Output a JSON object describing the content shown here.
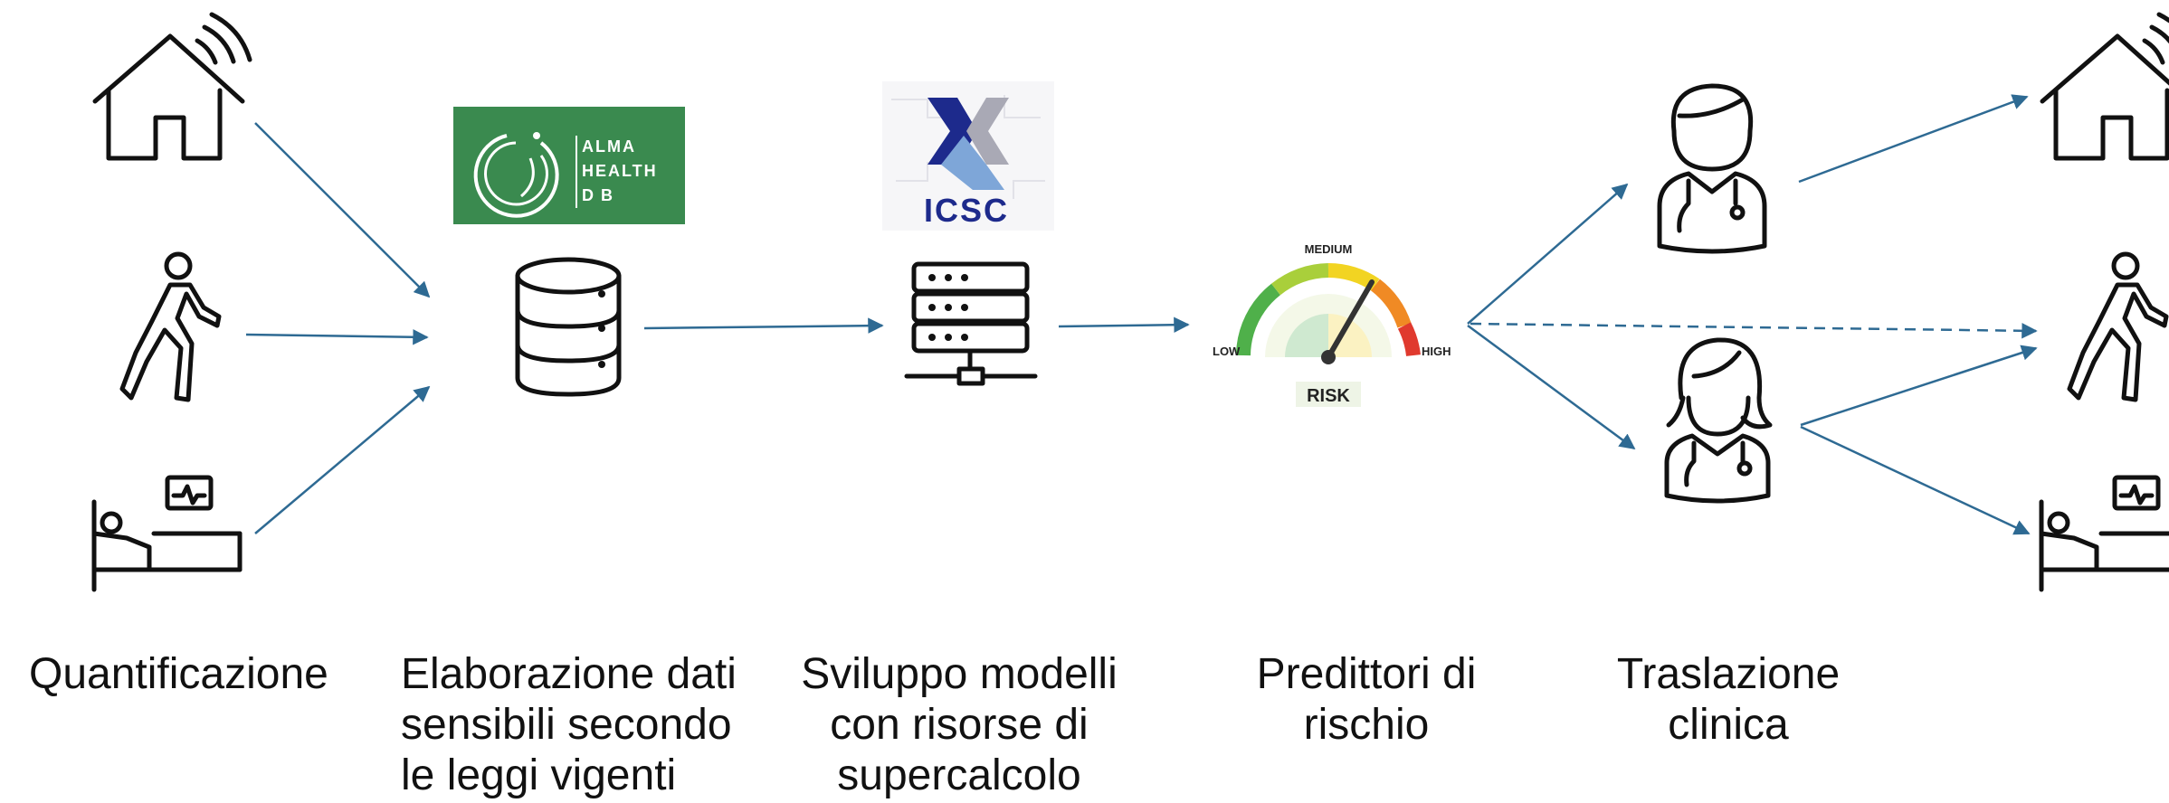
{
  "captions": {
    "quantificazione": "Quantificazione",
    "elaborazione": "Elaborazione dati\nsensibili  secondo\nle leggi vigenti",
    "sviluppo": "Sviluppo modelli\ncon risorse di\nsupercalcolo",
    "predittori": "Predittori  di\nrischio",
    "traslazione": "Traslazione\nclinica"
  },
  "logos": {
    "alma_line1": "ALMA",
    "alma_line2": "HEALTH",
    "alma_line3": "DB",
    "icsc": "ICSC"
  },
  "gauge": {
    "low": "LOW",
    "medium": "MEDIUM",
    "high": "HIGH",
    "risk": "RISK"
  },
  "colors": {
    "arrow": "#2e6a93",
    "alma_green": "#3a8a4f",
    "icsc_blue": "#1d2a8c",
    "icsc_light": "#7ea6d8",
    "gauge_green": "#4fb04a",
    "gauge_yellow": "#f2d422",
    "gauge_orange": "#f08a24",
    "gauge_red": "#e03a2e"
  }
}
